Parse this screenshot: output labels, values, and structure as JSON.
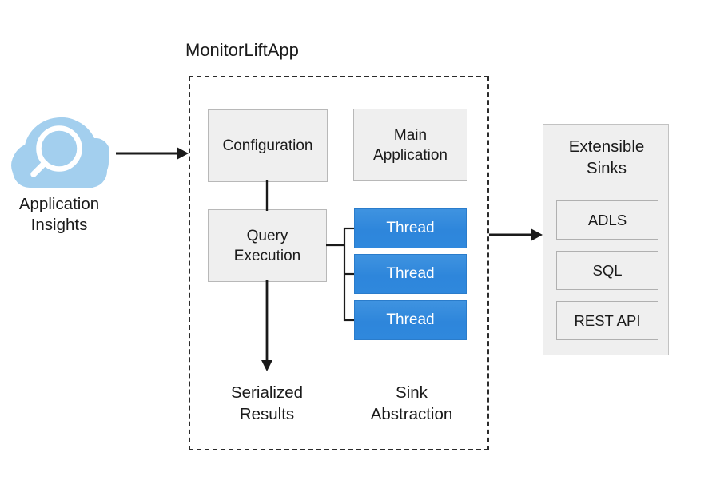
{
  "diagram": {
    "title": "MonitorLiftApp",
    "source": {
      "icon": "cloud-magnifier-icon",
      "label": "Application\nInsights",
      "color": "#a3cfee"
    },
    "app_container": {
      "title": "MonitorLiftApp",
      "boxes": [
        {
          "id": "configuration",
          "label": "Configuration"
        },
        {
          "id": "main-application",
          "label": "Main\nApplication"
        },
        {
          "id": "query-execution",
          "label": "Query\nExecution"
        }
      ],
      "threads": [
        {
          "label": "Thread"
        },
        {
          "label": "Thread"
        },
        {
          "label": "Thread"
        }
      ],
      "thread_color": "#2f88dd",
      "captions": [
        {
          "id": "serialized-results",
          "label": "Serialized\nResults"
        },
        {
          "id": "sink-abstraction",
          "label": "Sink\nAbstraction"
        }
      ]
    },
    "sinks_panel": {
      "title": "Extensible\nSinks",
      "items": [
        {
          "label": "ADLS"
        },
        {
          "label": "SQL"
        },
        {
          "label": "REST API"
        }
      ]
    },
    "connectors": [
      {
        "id": "source-to-app",
        "type": "arrow"
      },
      {
        "id": "threads-to-sinks",
        "type": "arrow"
      },
      {
        "id": "config-to-query",
        "type": "line"
      },
      {
        "id": "query-to-results",
        "type": "arrow"
      },
      {
        "id": "query-to-threads",
        "type": "fork"
      }
    ],
    "colors": {
      "box_fill": "#efefef",
      "box_border": "#b8b8b8",
      "thread_fill": "#2f88dd",
      "cloud": "#a3cfee",
      "line": "#1a1a1a",
      "background": "#ffffff"
    }
  }
}
